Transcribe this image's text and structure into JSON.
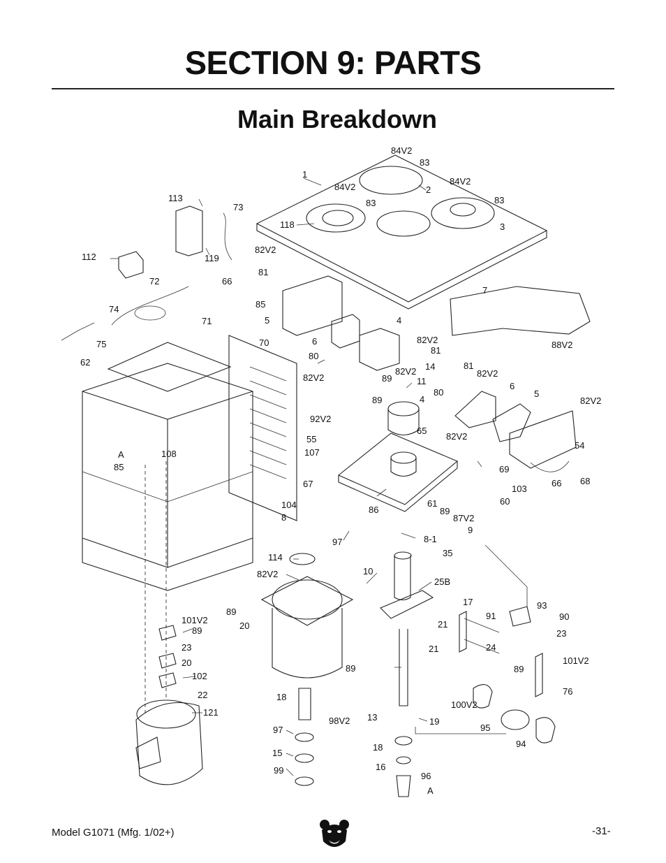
{
  "page": {
    "title": "SECTION 9: PARTS",
    "subtitle": "Main Breakdown",
    "footer_model": "Model G1071 (Mfg. 1/02+)",
    "page_number": "-31-"
  },
  "callouts": [
    "84V2",
    "83",
    "1",
    "2",
    "84V2",
    "83",
    "84V2",
    "83",
    "3",
    "113",
    "73",
    "118",
    "112",
    "119",
    "72",
    "82V2",
    "81",
    "66",
    "85",
    "5",
    "7",
    "74",
    "71",
    "4",
    "6",
    "82V2",
    "81",
    "88V2",
    "75",
    "70",
    "62",
    "80",
    "82V2",
    "89",
    "82V2",
    "81",
    "82V2",
    "14",
    "11",
    "89",
    "80",
    "4",
    "6",
    "5",
    "82V2",
    "65",
    "92V2",
    "55",
    "82V2",
    "107",
    "A",
    "108",
    "85",
    "54",
    "69",
    "67",
    "66",
    "68",
    "103",
    "104",
    "8",
    "86",
    "61",
    "89",
    "60",
    "87V2",
    "9",
    "97",
    "8-1",
    "114",
    "35",
    "10",
    "25B",
    "82V2",
    "89",
    "17",
    "93",
    "20",
    "21",
    "91",
    "90",
    "23",
    "101V2",
    "89",
    "21",
    "24",
    "23",
    "20",
    "89",
    "101V2",
    "102",
    "89",
    "76",
    "22",
    "18",
    "100V2",
    "121",
    "98V2",
    "13",
    "19",
    "95",
    "97",
    "18",
    "94",
    "15",
    "16",
    "96",
    "99",
    "A"
  ]
}
